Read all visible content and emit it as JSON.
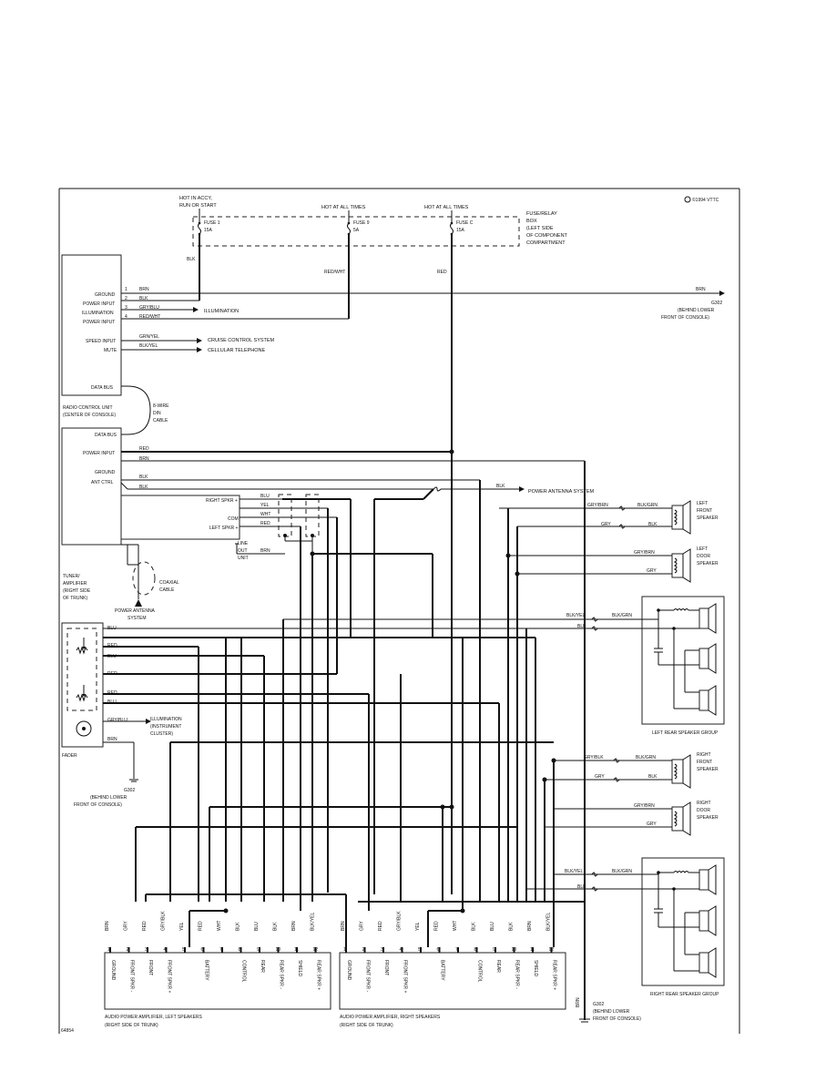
{
  "copyright": "©1994 VTTC",
  "figure_id": "64854",
  "fuse_box": {
    "label": "FUSE/RELAY BOX (LEFT SIDE OF COMPONENT COMPARTMENT)",
    "label_lines": [
      "FUSE/RELAY",
      "BOX",
      "(LEFT SIDE",
      "OF COMPONENT",
      "COMPARTMENT"
    ],
    "feeds": [
      {
        "header": "HOT IN ACCY, RUN OR START",
        "header_lines": [
          "HOT IN ACCY,",
          "RUN OR START"
        ],
        "fuse": "FUSE 1",
        "rating": "15A",
        "wire": "BLK"
      },
      {
        "header": "HOT AT ALL TIMES",
        "fuse": "FUSE 9",
        "rating": "5A",
        "wire": "RED/WHT"
      },
      {
        "header": "HOT AT ALL TIMES",
        "fuse": "FUSE C",
        "rating": "15A",
        "wire": "RED"
      }
    ]
  },
  "radio_control_unit": {
    "label": "RADIO CONTROL UNIT (CENTER OF CONSOLE)",
    "label_lines": [
      "RADIO CONTROL UNIT",
      "(CENTER OF CONSOLE)"
    ],
    "pins": [
      {
        "num": "1",
        "name": "GROUND",
        "wire": "BRN"
      },
      {
        "num": "2",
        "name": "POWER INPUT",
        "wire": "BLK"
      },
      {
        "num": "3",
        "name": "ILLUMINATION",
        "wire": "GRY/BLU"
      },
      {
        "num": "4",
        "name": "POWER INPUT",
        "wire": "RED/WHT"
      },
      {
        "num": "",
        "name": "SPEED INPUT",
        "wire": "GRN/YEL"
      },
      {
        "num": "",
        "name": "MUTE",
        "wire": "BLK/YEL"
      },
      {
        "num": "",
        "name": "DATA BUS",
        "wire": ""
      }
    ],
    "destinations": [
      "ILLUMINATION",
      "CRUISE CONTROL SYSTEM",
      "CELLULAR TELEPHONE"
    ]
  },
  "ground_main": {
    "id": "G302",
    "wire": "BRN",
    "location": "(BEHIND LOWER FRONT OF CONSOLE)",
    "location_lines": [
      "(BEHIND LOWER",
      "FRONT OF CONSOLE)"
    ]
  },
  "din_cable": {
    "label": "8-WIRE DIN CABLE",
    "label_lines": [
      "8-WIRE",
      "DIN",
      "CABLE"
    ]
  },
  "tuner_amplifier": {
    "label": "TUNER/ AMPLIFIER (RIGHT SIDE OF TRUNK)",
    "label_lines": [
      "TUNER/",
      "AMPLIFIER",
      "(RIGHT SIDE",
      "OF TRUNK)"
    ],
    "pins": [
      {
        "name": "DATA BUS",
        "wire": ""
      },
      {
        "name": "POWER INPUT",
        "wire": "RED"
      },
      {
        "name": "GROUND",
        "wire": "BRN"
      },
      {
        "name": "ANT CTRL",
        "wire": "BLK"
      }
    ],
    "ant_wire_lower": "BLK",
    "ant_destination": "POWER ANTENNA SYSTEM",
    "ant_destination_wire": "BLK",
    "line_out": {
      "label": "LINE OUT UNIT",
      "label_lines": [
        "LINE",
        "OUT",
        "UNIT"
      ],
      "pins": [
        {
          "name": "RIGHT SPKR +",
          "wire": "BLU"
        },
        {
          "name": "",
          "wire": "YEL"
        },
        {
          "name": "COM",
          "wire": "WHT"
        },
        {
          "name": "LEFT SPKR +",
          "wire": "RED"
        }
      ],
      "ground_wire": "BRN"
    },
    "coax": {
      "label": "COAXIAL CABLE",
      "label_lines": [
        "COAXIAL",
        "CABLE"
      ],
      "destination": "POWER ANTENNA SYSTEM",
      "destination_lines": [
        "POWER ANTENNA",
        "SYSTEM"
      ]
    }
  },
  "fader": {
    "label": "FADER",
    "wires": [
      "BLU",
      "RED",
      "BLU",
      "RED",
      "RED",
      "BLU",
      "GRY/BLU",
      "BRN"
    ],
    "illumination": "ILLUMINATION (INSTRUMENT CLUSTER)",
    "illumination_lines": [
      "ILLUMINATION",
      "(INSTRUMENT",
      "CLUSTER)"
    ],
    "ground": {
      "id": "G302",
      "location": "(BEHIND LOWER FRONT OF CONSOLE)",
      "location_lines": [
        "(BEHIND LOWER",
        "FRONT OF CONSOLE)"
      ]
    }
  },
  "speakers": {
    "left_front": {
      "label": "LEFT FRONT SPEAKER",
      "label_lines": [
        "LEFT",
        "FRONT",
        "SPEAKER"
      ],
      "wires_in": [
        "GRY/BRN",
        "GRY"
      ],
      "wires_out": [
        "BLK/GRN",
        "BLK"
      ]
    },
    "left_door": {
      "label": "LEFT DOOR SPEAKER",
      "label_lines": [
        "LEFT",
        "DOOR",
        "SPEAKER"
      ],
      "wires": [
        "GRY/BRN",
        "GRY"
      ]
    },
    "left_rear_group": {
      "label": "LEFT REAR SPEAKER GROUP",
      "wires_in": [
        "BLK/YEL",
        "BLK"
      ],
      "wires_out": [
        "BLK/GRN"
      ]
    },
    "right_front": {
      "label": "RIGHT FRONT SPEAKER",
      "label_lines": [
        "RIGHT",
        "FRONT",
        "SPEAKER"
      ],
      "wires_in": [
        "GRY/BLK",
        "GRY"
      ],
      "wires_out": [
        "BLK/GRN",
        "BLK"
      ]
    },
    "right_door": {
      "label": "RIGHT DOOR SPEAKER",
      "label_lines": [
        "RIGHT",
        "DOOR",
        "SPEAKER"
      ],
      "wires": [
        "GRY/BRN",
        "GRY"
      ]
    },
    "right_rear_group": {
      "label": "RIGHT REAR SPEAKER GROUP",
      "wires_in": [
        "BLK/YEL",
        "BLK"
      ],
      "wires_out": [
        "BLK/GRN"
      ]
    }
  },
  "amp_left": {
    "label": "AUDIO POWER AMPLIFIER, LEFT SPEAKERS (RIGHT SIDE OF TRUNK)",
    "label_lines": [
      "AUDIO POWER AMPLIFIER, LEFT SPEAKERS",
      "(RIGHT SIDE OF TRUNK)"
    ],
    "pins": [
      {
        "num": "1",
        "name": "GROUND",
        "wire": "BRN"
      },
      {
        "num": "2",
        "name": "FRONT SPKR -",
        "wire": "GRY"
      },
      {
        "num": "3",
        "name": "FRONT",
        "wire": "RED"
      },
      {
        "num": "4",
        "name": "FRONT SPKR +",
        "wire": "GRY/BLK"
      },
      {
        "num": "5",
        "name": "",
        "wire": "YEL"
      },
      {
        "num": "6",
        "name": "BATTERY",
        "wire": "RED"
      },
      {
        "num": "7",
        "name": "",
        "wire": "WHT"
      },
      {
        "num": "8",
        "name": "CONTROL",
        "wire": "BLK"
      },
      {
        "num": "9",
        "name": "REAR",
        "wire": "BLU"
      },
      {
        "num": "10",
        "name": "REAR SPKR -",
        "wire": "BLK"
      },
      {
        "num": "11",
        "name": "SHIELD",
        "wire": "BRN"
      },
      {
        "num": "12",
        "name": "REAR SPKR +",
        "wire": "BLK/YEL"
      }
    ]
  },
  "amp_right": {
    "label": "AUDIO POWER AMPLIFIER, RIGHT SPEAKERS (RIGHT SIDE OF TRUNK)",
    "label_lines": [
      "AUDIO POWER AMPLIFIER, RIGHT SPEAKERS",
      "(RIGHT SIDE OF TRUNK)"
    ],
    "pins": [
      {
        "num": "1",
        "name": "GROUND",
        "wire": "BRN"
      },
      {
        "num": "2",
        "name": "FRONT SPKR -",
        "wire": "GRY"
      },
      {
        "num": "3",
        "name": "FRONT",
        "wire": "RED"
      },
      {
        "num": "4",
        "name": "FRONT SPKR +",
        "wire": "GRY/BLK"
      },
      {
        "num": "5",
        "name": "",
        "wire": "YEL"
      },
      {
        "num": "6",
        "name": "BATTERY",
        "wire": "RED"
      },
      {
        "num": "7",
        "name": "",
        "wire": "WHT"
      },
      {
        "num": "8",
        "name": "CONTROL",
        "wire": "BLK"
      },
      {
        "num": "9",
        "name": "REAR",
        "wire": "BLU"
      },
      {
        "num": "10",
        "name": "REAR SPKR -",
        "wire": "BLK"
      },
      {
        "num": "11",
        "name": "SHIELD",
        "wire": "BRN"
      },
      {
        "num": "12",
        "name": "REAR SPKR +",
        "wire": "BLK/YEL"
      }
    ],
    "extra_wires": [
      "BRN",
      "BRN"
    ],
    "ground": {
      "id": "G302",
      "wire": "BRN",
      "location": "(BEHIND LOWER FRONT OF CONSOLE)",
      "location_lines": [
        "(BEHIND LOWER",
        "FRONT OF CONSOLE)"
      ]
    }
  }
}
